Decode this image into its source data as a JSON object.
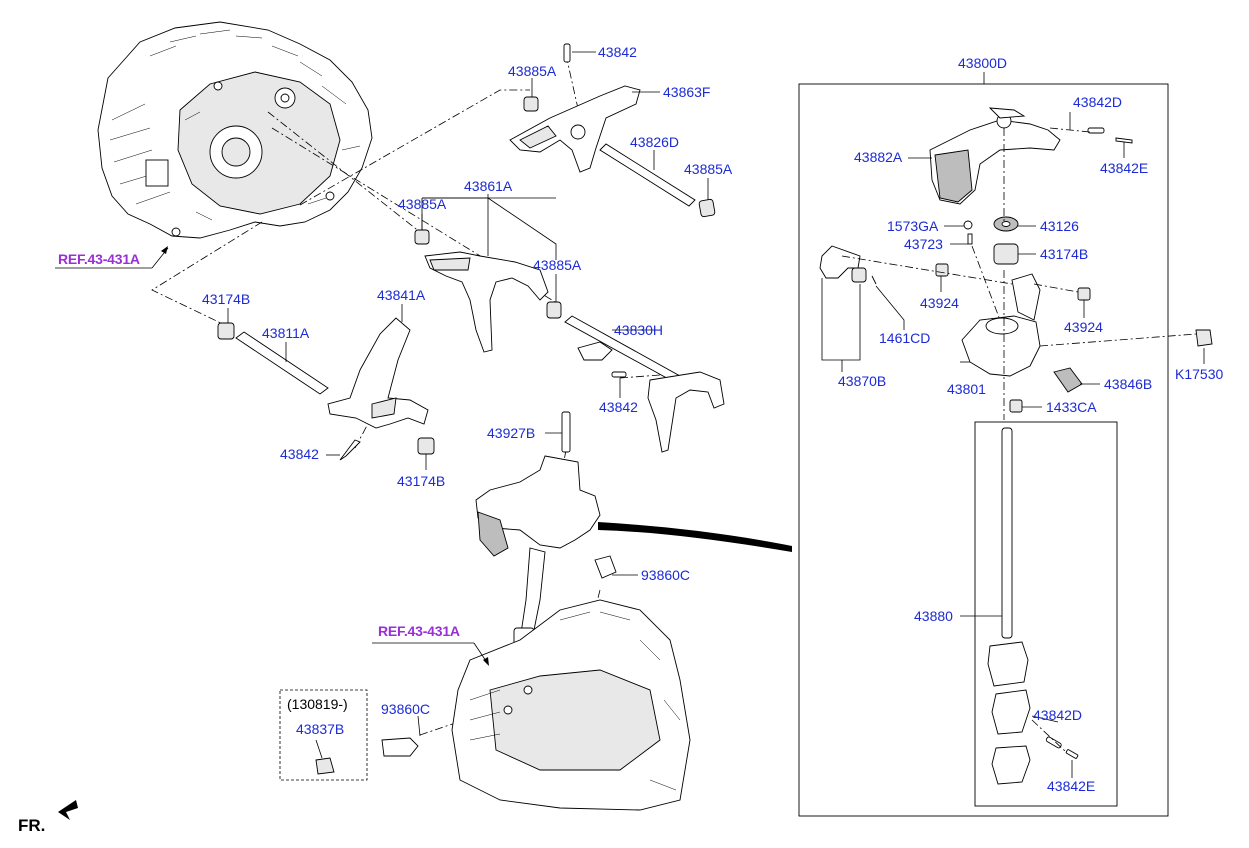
{
  "labels": {
    "p43842_a": "43842",
    "p43885A_a": "43885A",
    "p43863F": "43863F",
    "p43826D": "43826D",
    "p43885A_b": "43885A",
    "p43861A": "43861A",
    "p43885A_c": "43885A",
    "p43885A_d": "43885A",
    "p43174B_a": "43174B",
    "p43841A": "43841A",
    "p43811A": "43811A",
    "p43830H": "43830H",
    "p43842_b": "43842",
    "p43842_c": "43842",
    "p43174B_b": "43174B",
    "p43927B": "43927B",
    "p93860C_a": "93860C",
    "p93860C_b": "93860C",
    "p43837B": "43837B",
    "p43800D": "43800D",
    "p43842D_a": "43842D",
    "p43882A": "43882A",
    "p43842E_a": "43842E",
    "p1573GA": "1573GA",
    "p43126": "43126",
    "p43723": "43723",
    "p43174B_c": "43174B",
    "p43924_a": "43924",
    "p43924_b": "43924",
    "p1461CD": "1461CD",
    "p43870B": "43870B",
    "p43801": "43801",
    "p43846B": "43846B",
    "pK17530": "K17530",
    "p1433CA": "1433CA",
    "p43880": "43880",
    "p43842D_b": "43842D",
    "p43842E_b": "43842E"
  },
  "refs": {
    "ref_top": "REF.43-431A",
    "ref_bottom": "REF.43-431A"
  },
  "notes": {
    "date_range": "(130819-)",
    "front": "FR."
  },
  "colors": {
    "part_number": "#1c2bd6",
    "reference": "#9b2fd6",
    "line": "#000000"
  }
}
